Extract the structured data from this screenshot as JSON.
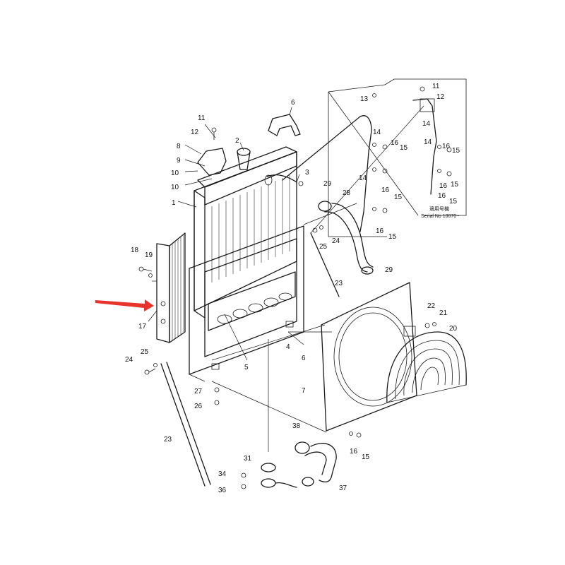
{
  "inset": {
    "serial_note_jp": "適用号機",
    "serial_note": "Serial No 10070~"
  },
  "callout_arrow_color": "#e8332a",
  "labels": [
    "11",
    "12",
    "8",
    "9",
    "10",
    "10",
    "1",
    "2",
    "6",
    "3",
    "29",
    "28",
    "13",
    "14",
    "16",
    "15",
    "14",
    "16",
    "15",
    "16",
    "15",
    "11",
    "12",
    "14",
    "14",
    "16",
    "15",
    "16",
    "15",
    "16",
    "15",
    "25",
    "24",
    "29",
    "23",
    "18",
    "19",
    "17",
    "24",
    "25",
    "4",
    "5",
    "6",
    "7",
    "22",
    "21",
    "20",
    "27",
    "26",
    "23",
    "38",
    "16",
    "15",
    "31",
    "34",
    "36",
    "37"
  ]
}
